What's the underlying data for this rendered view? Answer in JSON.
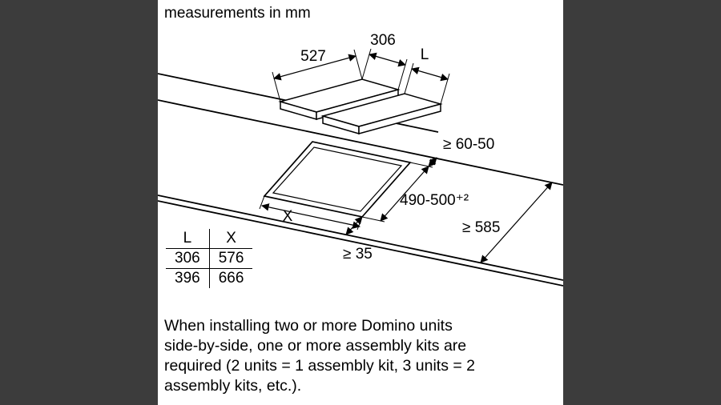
{
  "colors": {
    "canvas": "#ffffff",
    "letterbox": "#3c3c3c",
    "ink": "#000000"
  },
  "title": "measurements in mm",
  "top_view": {
    "depth_dim": "527",
    "unit_width_dim": "306",
    "second_unit_width_dim": "L"
  },
  "installation_view": {
    "rear_clearance_dim": "≥ 60-50",
    "cutout_depth_dim": "490-500⁺²",
    "worktop_depth_dim": "≥ 585",
    "front_clearance_dim": "≥ 35",
    "cutout_width_dim": "X"
  },
  "dimension_table": {
    "headers": [
      "L",
      "X"
    ],
    "rows": [
      [
        "306",
        "576"
      ],
      [
        "396",
        "666"
      ]
    ]
  },
  "note_lines": [
    "When installing two or more Domino units",
    "side-by-side, one or more assembly kits are",
    "required (2 units = 1 assembly kit, 3 units = 2",
    "assembly kits, etc.)."
  ]
}
